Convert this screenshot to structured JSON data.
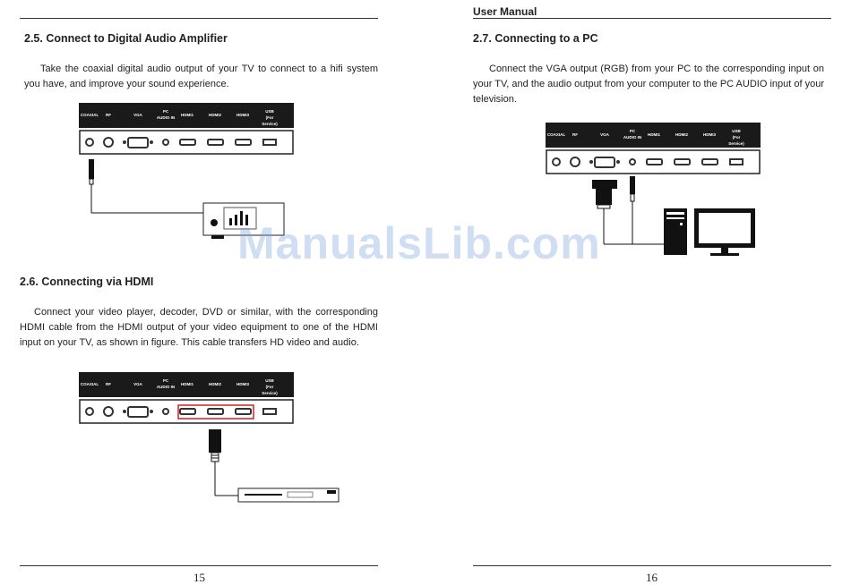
{
  "left_page": {
    "sections": [
      {
        "heading": "2.5. Connect to Digital Audio Amplifier",
        "text": "Take the coaxial digital audio output of your TV to connect to a hifi system you have, and improve your sound experience."
      },
      {
        "heading": "2.6. Connecting via HDMI",
        "text": "Connect your video player, decoder, DVD or similar, with the corresponding HDMI cable from the HDMI output of your video equipment to one of the HDMI input on your TV, as shown in figure. This cable transfers HD video and audio."
      }
    ],
    "page_number": "15"
  },
  "right_page": {
    "header": "User Manual",
    "sections": [
      {
        "heading": "2.7. Connecting to a PC",
        "text": "Connect the VGA output (RGB) from your PC to the corresponding input on your TV, and the audio output from your computer to the PC AUDIO input of your television."
      }
    ],
    "page_number": "16"
  },
  "port_labels": [
    "COAXIAL",
    "RF",
    "VGA",
    "PC\nAUDIO IN",
    "HDMI1",
    "HDMI2",
    "HDMI3",
    "USB\n(For Service)"
  ],
  "watermark": "ManualsLib.com",
  "colors": {
    "panel": "#1a1a1a",
    "highlight": "#cc2222",
    "watermark": "#78a0dc"
  }
}
